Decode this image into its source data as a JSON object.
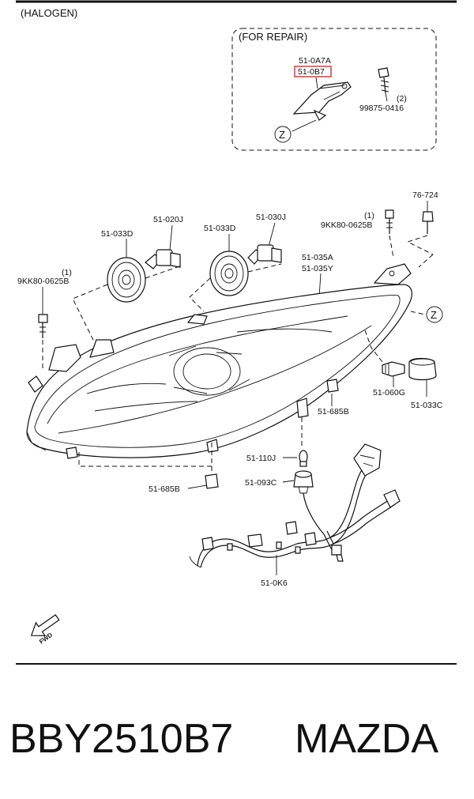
{
  "header": {
    "variant": "(HALOGEN)",
    "repair_box_title": "(FOR REPAIR)",
    "highlight_color": "#e02b2b"
  },
  "parts": {
    "p_0A7A": "51-0A7A",
    "p_0B7": "51-0B7",
    "p_bolt_repair_qty": "(2)",
    "p_bolt_repair": "99875-0416",
    "view_z": "Z",
    "p_76724": "76-724",
    "p_9kk_right_qty": "(1)",
    "p_9kk_right": "9KK80-0625B",
    "p_033d_left": "51-033D",
    "p_020j": "51-020J",
    "p_033d_mid": "51-033D",
    "p_030j": "51-030J",
    "p_9kk_left_qty": "(1)",
    "p_9kk_left": "9KK80-0625B",
    "p_035a": "51-035A",
    "p_035y": "51-035Y",
    "p_060g": "51-060G",
    "p_033c": "51-033C",
    "p_685b_right": "51-685B",
    "p_110j": "51-110J",
    "p_093c": "51-093C",
    "p_685b_left": "51-685B",
    "p_0k6": "51-0K6",
    "fwd": "FWD"
  },
  "footer": {
    "part_number": "BBY2510B7",
    "brand": "MAZDA"
  }
}
